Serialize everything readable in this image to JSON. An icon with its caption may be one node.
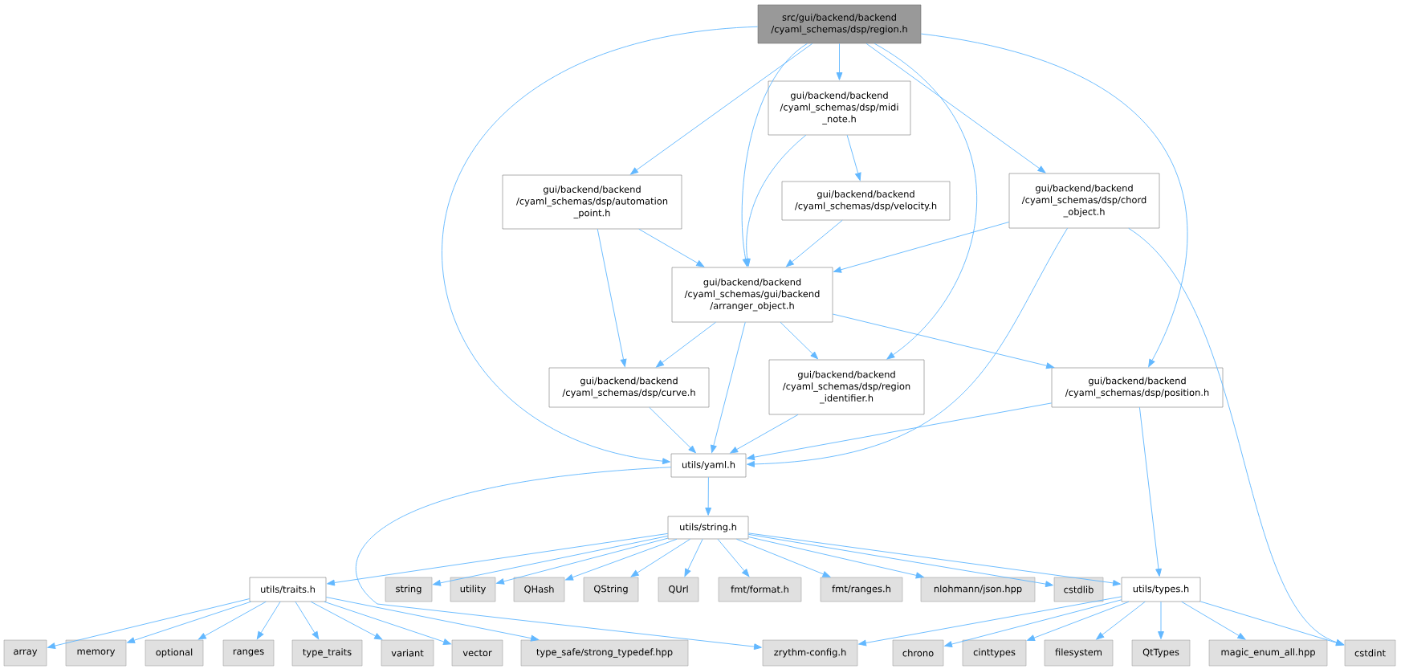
{
  "diagram": {
    "nodes": [
      {
        "text": [
          "src/gui/backend/backend /cyaml_schemas/dsp/region.h"
        ]
      },
      {
        "text": [
          "gui/backend/backend /cyaml_schemas/dsp/midi _note.h"
        ]
      },
      {
        "text": [
          "gui/backend/backend /cyaml_schemas/dsp/automation _point.h"
        ]
      },
      {
        "text": [
          "gui/backend/backend /cyaml_schemas/dsp/velocity.h"
        ]
      },
      {
        "text": [
          "gui/backend/backend /cyaml_schemas/dsp/chord _object.h"
        ]
      },
      {
        "text": [
          "gui/backend/backend /cyaml_schemas/gui/backend /arranger_object.h"
        ]
      },
      {
        "text": [
          "gui/backend/backend /cyaml_schemas/dsp/curve.h"
        ]
      },
      {
        "text": [
          "gui/backend/backend /cyaml_schemas/dsp/region _identifier.h"
        ]
      },
      {
        "text": [
          "gui/backend/backend /cyaml_schemas/dsp/position.h"
        ]
      },
      {
        "text": [
          "utils/yaml.h"
        ]
      },
      {
        "text": [
          "utils/string.h"
        ]
      },
      {
        "text": [
          "utils/traits.h"
        ]
      },
      {
        "text": [
          "string"
        ]
      },
      {
        "text": [
          "utility"
        ]
      },
      {
        "text": [
          "QHash"
        ]
      },
      {
        "text": [
          "QString"
        ]
      },
      {
        "text": [
          "QUrl"
        ]
      },
      {
        "text": [
          "fmt/format.h"
        ]
      },
      {
        "text": [
          "fmt/ranges.h"
        ]
      },
      {
        "text": [
          "nlohmann/json.hpp"
        ]
      },
      {
        "text": [
          "cstdlib"
        ]
      },
      {
        "text": [
          "utils/types.h"
        ]
      },
      {
        "text": [
          "array"
        ]
      },
      {
        "text": [
          "memory"
        ]
      },
      {
        "text": [
          "optional"
        ]
      },
      {
        "text": [
          "ranges"
        ]
      },
      {
        "text": [
          "type_traits"
        ]
      },
      {
        "text": [
          "variant"
        ]
      },
      {
        "text": [
          "vector"
        ]
      },
      {
        "text": [
          "type_safe/strong_typedef.hpp"
        ]
      },
      {
        "text": [
          "zrythm-config.h"
        ]
      },
      {
        "text": [
          "chrono"
        ]
      },
      {
        "text": [
          "cinttypes"
        ]
      },
      {
        "text": [
          "filesystem"
        ]
      },
      {
        "text": [
          "QtTypes"
        ]
      },
      {
        "text": [
          "magic_enum_all.hpp"
        ]
      },
      {
        "text": [
          "cstdint"
        ]
      }
    ],
    "edges": [
      {
        "from": 0,
        "to": 9,
        "arrow": "to"
      },
      {
        "from": 0,
        "to": 2,
        "arrow": "to"
      },
      {
        "from": 0,
        "to": 5,
        "arrow": "to"
      },
      {
        "from": 0,
        "to": 1,
        "arrow": "to"
      },
      {
        "from": 0,
        "to": 7,
        "arrow": "to"
      },
      {
        "from": 0,
        "to": 4,
        "arrow": "to"
      },
      {
        "from": 0,
        "to": 8,
        "arrow": "to"
      },
      {
        "from": 1,
        "to": 5,
        "arrow": "to"
      },
      {
        "from": 1,
        "to": 3,
        "arrow": "to"
      },
      {
        "from": 2,
        "to": 5,
        "arrow": "to"
      },
      {
        "from": 2,
        "to": 6,
        "arrow": "to"
      },
      {
        "from": 3,
        "to": 5,
        "arrow": "to"
      },
      {
        "from": 4,
        "to": 5,
        "arrow": "to"
      },
      {
        "from": 4,
        "to": 9,
        "arrow": "to"
      },
      {
        "from": 4,
        "to": 36,
        "arrow": "to"
      },
      {
        "from": 5,
        "to": 6,
        "arrow": "to"
      },
      {
        "from": 5,
        "to": 9,
        "arrow": "to"
      },
      {
        "from": 5,
        "to": 7,
        "arrow": "to"
      },
      {
        "from": 5,
        "to": 8,
        "arrow": "to"
      },
      {
        "from": 6,
        "to": 9,
        "arrow": "to"
      },
      {
        "from": 7,
        "to": 9,
        "arrow": "to"
      },
      {
        "from": 8,
        "to": 9,
        "arrow": "to"
      },
      {
        "from": 8,
        "to": 21,
        "arrow": "to"
      },
      {
        "from": 9,
        "to": 10,
        "arrow": "to"
      },
      {
        "from": 9,
        "to": 30,
        "arrow": "to"
      },
      {
        "from": 10,
        "to": 11,
        "arrow": "to"
      },
      {
        "from": 10,
        "to": 12,
        "arrow": "to"
      },
      {
        "from": 10,
        "to": 13,
        "arrow": "to"
      },
      {
        "from": 10,
        "to": 14,
        "arrow": "to"
      },
      {
        "from": 10,
        "to": 15,
        "arrow": "to"
      },
      {
        "from": 10,
        "to": 16,
        "arrow": "to"
      },
      {
        "from": 10,
        "to": 17,
        "arrow": "to"
      },
      {
        "from": 10,
        "to": 18,
        "arrow": "to"
      },
      {
        "from": 10,
        "to": 19,
        "arrow": "to"
      },
      {
        "from": 10,
        "to": 20,
        "arrow": "to"
      },
      {
        "from": 10,
        "to": 21,
        "arrow": "to"
      },
      {
        "from": 11,
        "to": 22,
        "arrow": "to"
      },
      {
        "from": 11,
        "to": 23,
        "arrow": "to"
      },
      {
        "from": 11,
        "to": 24,
        "arrow": "to"
      },
      {
        "from": 11,
        "to": 25,
        "arrow": "to"
      },
      {
        "from": 11,
        "to": 26,
        "arrow": "to"
      },
      {
        "from": 11,
        "to": 27,
        "arrow": "to"
      },
      {
        "from": 11,
        "to": 28,
        "arrow": "to"
      },
      {
        "from": 11,
        "to": 29,
        "arrow": "to"
      },
      {
        "from": 21,
        "to": 30,
        "arrow": "to"
      },
      {
        "from": 21,
        "to": 31,
        "arrow": "to"
      },
      {
        "from": 21,
        "to": 32,
        "arrow": "to"
      },
      {
        "from": 21,
        "to": 33,
        "arrow": "to"
      },
      {
        "from": 21,
        "to": 34,
        "arrow": "to"
      },
      {
        "from": 21,
        "to": 35,
        "arrow": "to"
      },
      {
        "from": 21,
        "to": 36,
        "arrow": "to"
      }
    ]
  }
}
